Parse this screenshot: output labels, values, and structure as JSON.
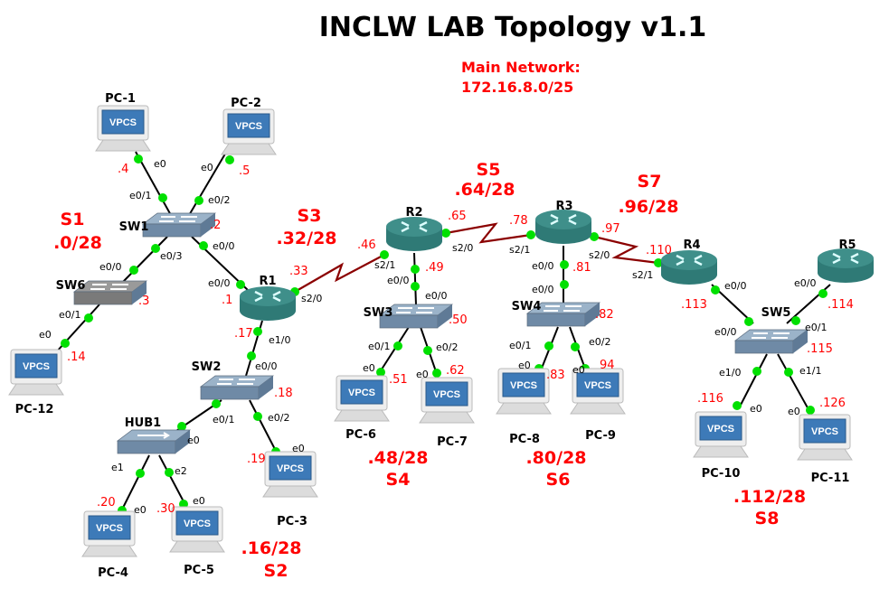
{
  "title": "INCLW LAB Topology v1.1",
  "main_network": {
    "label": "Main Network:",
    "value": "172.16.8.0/25"
  },
  "vpcs_label": "VPCS",
  "colors": {
    "link": "#000000",
    "serial": "#8b0000",
    "dot": "#00e000",
    "router": "#3f8f8a",
    "switch": "#7f9bb6",
    "text_red": "#ff0000"
  },
  "nodes": [
    {
      "id": "PC-1",
      "type": "pc"
    },
    {
      "id": "PC-2",
      "type": "pc"
    },
    {
      "id": "SW1",
      "type": "switch",
      "ip": ".2"
    },
    {
      "id": "SW6",
      "type": "switch-gray",
      "ip": ".3"
    },
    {
      "id": "PC-12",
      "type": "pc"
    },
    {
      "id": "R1",
      "type": "router"
    },
    {
      "id": "SW2",
      "type": "switch",
      "ip": ".18"
    },
    {
      "id": "HUB1",
      "type": "hub"
    },
    {
      "id": "PC-3",
      "type": "pc"
    },
    {
      "id": "PC-4",
      "type": "pc"
    },
    {
      "id": "PC-5",
      "type": "pc"
    },
    {
      "id": "R2",
      "type": "router"
    },
    {
      "id": "SW3",
      "type": "switch",
      "ip": ".50"
    },
    {
      "id": "PC-6",
      "type": "pc"
    },
    {
      "id": "PC-7",
      "type": "pc"
    },
    {
      "id": "R3",
      "type": "router"
    },
    {
      "id": "SW4",
      "type": "switch",
      "ip": ".82"
    },
    {
      "id": "PC-8",
      "type": "pc"
    },
    {
      "id": "PC-9",
      "type": "pc"
    },
    {
      "id": "R4",
      "type": "router"
    },
    {
      "id": "R5",
      "type": "router"
    },
    {
      "id": "SW5",
      "type": "switch",
      "ip": ".115"
    },
    {
      "id": "PC-10",
      "type": "pc"
    },
    {
      "id": "PC-11",
      "type": "pc"
    }
  ],
  "subnets": [
    {
      "name": "S1",
      "network": ".0/28"
    },
    {
      "name": "S2",
      "network": ".16/28"
    },
    {
      "name": "S3",
      "network": ".32/28"
    },
    {
      "name": "S4",
      "network": ".48/28"
    },
    {
      "name": "S5",
      "network": ".64/28"
    },
    {
      "name": "S6",
      "network": ".80/28"
    },
    {
      "name": "S7",
      "network": ".96/28"
    },
    {
      "name": "S8",
      "network": ".112/28"
    }
  ],
  "links": [
    {
      "a": "PC-1",
      "a_if": "e0",
      "a_ip": ".4",
      "b": "SW1",
      "b_if": "e0/1"
    },
    {
      "a": "PC-2",
      "a_if": "e0",
      "a_ip": ".5",
      "b": "SW1",
      "b_if": "e0/2"
    },
    {
      "a": "SW1",
      "a_if": "e0/3",
      "b": "SW6",
      "b_if": "e0/0"
    },
    {
      "a": "SW1",
      "a_if": "e0/0",
      "b": "R1",
      "b_if": "e0/0",
      "b_ip": ".1"
    },
    {
      "a": "SW6",
      "a_if": "e0/1",
      "b": "PC-12",
      "b_if": "e0",
      "b_ip": ".14"
    },
    {
      "a": "R1",
      "a_if": "e1/0",
      "a_ip": ".17",
      "b": "SW2",
      "b_if": "e0/0"
    },
    {
      "a": "SW2",
      "a_if": "e0/1",
      "b": "HUB1",
      "b_if": "e0"
    },
    {
      "a": "SW2",
      "a_if": "e0/2",
      "b": "PC-3",
      "b_if": "e0",
      "b_ip": ".19"
    },
    {
      "a": "HUB1",
      "a_if": "e1",
      "b": "PC-4",
      "b_if": "e0",
      "b_ip": ".20"
    },
    {
      "a": "HUB1",
      "a_if": "e2",
      "b": "PC-5",
      "b_if": "e0",
      "b_ip": ".30"
    },
    {
      "a": "R1",
      "a_if": "s2/0",
      "a_ip": ".33",
      "b": "R2",
      "b_if": "s2/1",
      "b_ip": ".46",
      "serial": true
    },
    {
      "a": "R2",
      "a_if": "e0/0",
      "a_ip": ".49",
      "b": "SW3",
      "b_if": "e0/0"
    },
    {
      "a": "SW3",
      "a_if": "e0/1",
      "b": "PC-6",
      "b_if": "e0",
      "b_ip": ".51"
    },
    {
      "a": "SW3",
      "a_if": "e0/2",
      "b": "PC-7",
      "b_if": "e0",
      "b_ip": ".62"
    },
    {
      "a": "R2",
      "a_if": "s2/0",
      "a_ip": ".65",
      "b": "R3",
      "b_if": "s2/1",
      "b_ip": ".78",
      "serial": true
    },
    {
      "a": "R3",
      "a_if": "e0/0",
      "a_ip": ".81",
      "b": "SW4",
      "b_if": "e0/0"
    },
    {
      "a": "SW4",
      "a_if": "e0/1",
      "b": "PC-8",
      "b_if": "e0",
      "b_ip": ".83"
    },
    {
      "a": "SW4",
      "a_if": "e0/2",
      "b": "PC-9",
      "b_if": "e0",
      "b_ip": "94"
    },
    {
      "a": "R3",
      "a_if": "s2/0",
      "a_ip": ".97",
      "b": "R4",
      "b_if": "s2/1",
      "b_ip": ".110",
      "serial": true
    },
    {
      "a": "R4",
      "a_if": "e0/0",
      "a_ip": ".113",
      "b": "SW5",
      "b_if": "e0/0"
    },
    {
      "a": "R5",
      "a_if": "e0/0",
      "a_ip": ".114",
      "b": "SW5",
      "b_if": "e0/1"
    },
    {
      "a": "SW5",
      "a_if": "e1/0",
      "b": "PC-10",
      "b_if": "e0",
      "b_ip": ".116"
    },
    {
      "a": "SW5",
      "a_if": "e1/1",
      "b": "PC-11",
      "b_if": "e0",
      "b_ip": ".126"
    }
  ]
}
